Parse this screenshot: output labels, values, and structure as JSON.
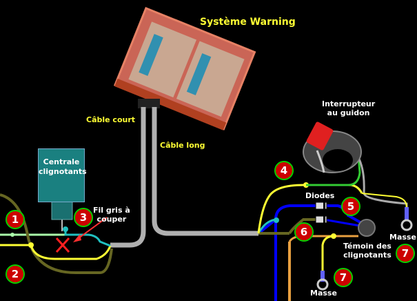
{
  "title": "Système Warning",
  "labels": {
    "cable_court": "Câble court",
    "cable_long": "Câble long",
    "interrupteur": "Interrupteur\nau guidon",
    "centrale": "Centrale\nclignotants",
    "fil_gris": "Fil gris à\ncouper",
    "diodes": "Diodes",
    "temoin": "Témoin des\nclignotants",
    "masse_1": "Masse",
    "masse_2": "Masse"
  },
  "markers": [
    "1",
    "2",
    "3",
    "4",
    "5",
    "6",
    "7",
    "7"
  ],
  "colors": {
    "title": "#ffff33",
    "marker_fill": "#cc0000",
    "marker_border": "#00d000",
    "wire_grey": "#b0b0b0",
    "wire_yellow": "#ffff33",
    "wire_green": "#33cc33",
    "wire_olive": "#666622",
    "wire_blue": "#0000ff",
    "wire_orange": "#e8a040",
    "wire_cyan": "#20c0c0",
    "centrale_box": "#1a8080"
  }
}
